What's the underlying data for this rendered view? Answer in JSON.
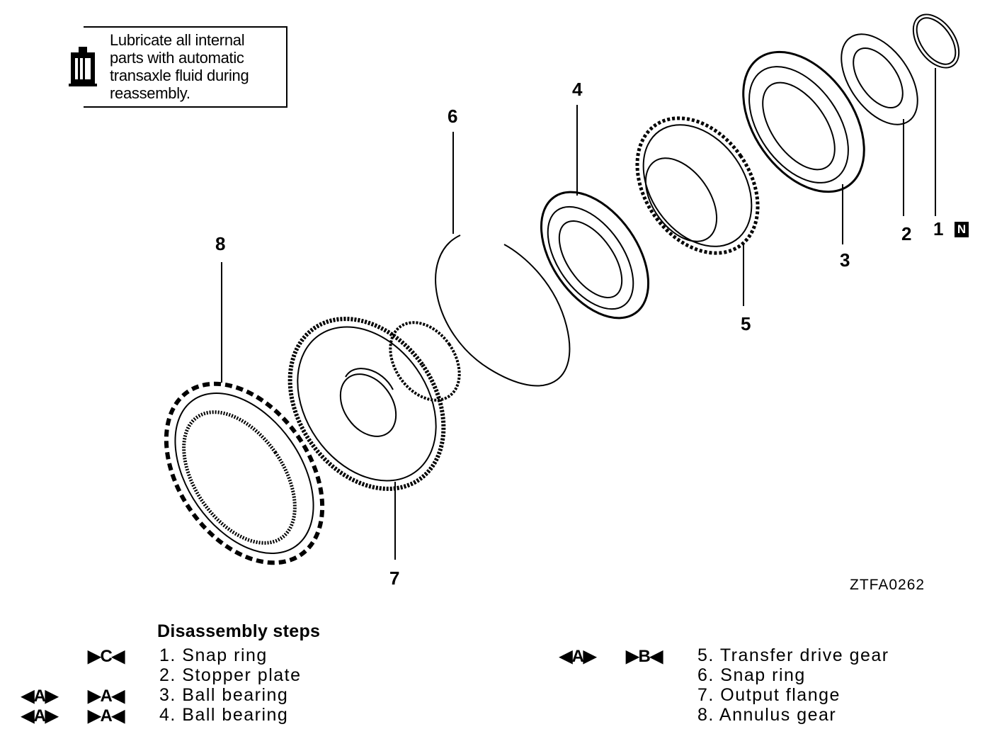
{
  "note": {
    "lines": [
      "Lubricate all internal",
      "parts with automatic",
      "transaxle fluid during",
      "reassembly."
    ]
  },
  "figure_id": "ZTFA0262",
  "callouts": {
    "c1": "1",
    "c2": "2",
    "c3": "3",
    "c4": "4",
    "c5": "5",
    "c6": "6",
    "c7": "7",
    "c8": "8",
    "n_mark": "N"
  },
  "steps": {
    "title": "Disassembly steps",
    "items": [
      {
        "label": "1. Snap ring",
        "symbols": [
          "▶C◀"
        ]
      },
      {
        "label": "2. Stopper plate",
        "symbols": []
      },
      {
        "label": "3. Ball bearing",
        "symbols": [
          "◀A▶",
          "▶A◀"
        ]
      },
      {
        "label": "4. Ball bearing",
        "symbols": [
          "◀A▶",
          "▶A◀"
        ]
      },
      {
        "label": "5. Transfer drive gear",
        "symbols": [
          "◀A▶",
          "▶B◀"
        ]
      },
      {
        "label": "6. Snap ring",
        "symbols": []
      },
      {
        "label": "7. Output flange",
        "symbols": []
      },
      {
        "label": "8. Annulus gear",
        "symbols": []
      }
    ]
  },
  "icon": "oil-can-icon"
}
